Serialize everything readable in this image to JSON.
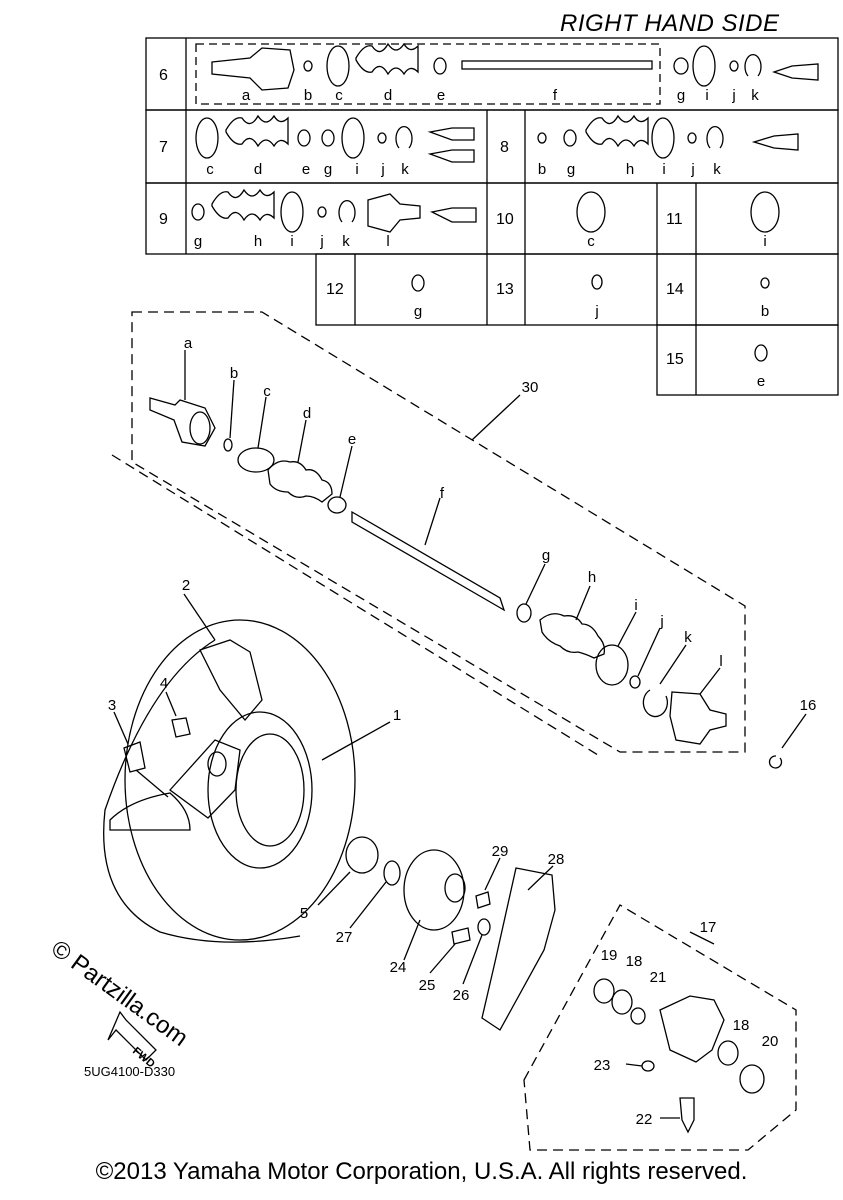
{
  "header": {
    "side_title": "RIGHT HAND SIDE"
  },
  "table": {
    "rows": [
      {
        "ref": "6",
        "letters": [
          "a",
          "b",
          "c",
          "d",
          "e",
          "f",
          "g",
          "i",
          "j",
          "k"
        ]
      },
      {
        "ref": "7",
        "letters": [
          "c",
          "d",
          "e",
          "g",
          "i",
          "j",
          "k"
        ]
      },
      {
        "ref": "8",
        "letters": [
          "b",
          "g",
          "h",
          "i",
          "j",
          "k"
        ]
      },
      {
        "ref": "9",
        "letters": [
          "g",
          "h",
          "i",
          "j",
          "k",
          "l"
        ]
      },
      {
        "ref": "10",
        "letters": [
          "c"
        ]
      },
      {
        "ref": "11",
        "letters": [
          "i"
        ]
      },
      {
        "ref": "12",
        "letters": [
          "g"
        ]
      },
      {
        "ref": "13",
        "letters": [
          "j"
        ]
      },
      {
        "ref": "14",
        "letters": [
          "b"
        ]
      },
      {
        "ref": "15",
        "letters": [
          "e"
        ]
      }
    ]
  },
  "shaft_letters": [
    "a",
    "b",
    "c",
    "d",
    "e",
    "f",
    "g",
    "h",
    "i",
    "j",
    "k",
    "l"
  ],
  "callouts": [
    "1",
    "2",
    "3",
    "4",
    "5",
    "16",
    "17",
    "18",
    "18",
    "19",
    "20",
    "21",
    "22",
    "23",
    "24",
    "25",
    "26",
    "27",
    "28",
    "29",
    "30"
  ],
  "drawing_code": "5UG4100-D330",
  "fwd_label": "FWD",
  "watermark": "© Partzilla.com",
  "copyright": "©2013 Yamaha Motor Corporation, U.S.A. All rights reserved."
}
